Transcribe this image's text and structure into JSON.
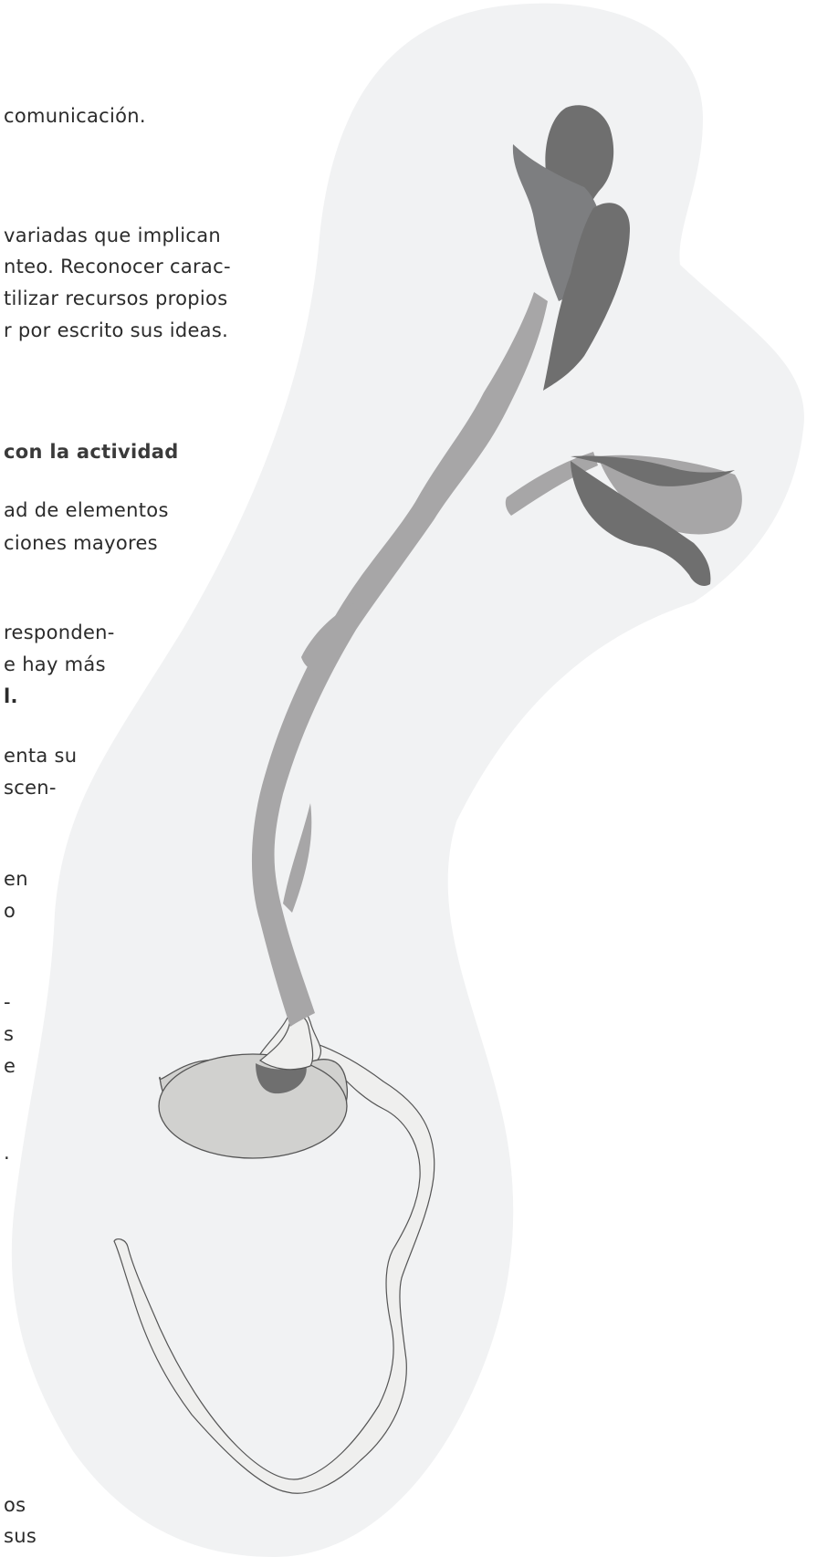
{
  "page": {
    "background": "#ffffff",
    "blob_color": "#f1f2f3"
  },
  "plant_colors": {
    "stem": "#a7a6a7",
    "leaf_dark": "#6f6f6f",
    "leaf_mid": "#7d7e80",
    "seed": "#d1d1cf",
    "root": "#efefee",
    "outline": "#555555"
  },
  "text_lines": [
    "comunicación.",
    "variadas  que  implican",
    "nteo. Reconocer carac-",
    "tilizar recursos propios",
    "r por escrito sus ideas.",
    "con la actividad",
    "ad de elementos",
    "ciones mayores",
    "responden-",
    "e  hay  más",
    "l.",
    "enta su",
    "scen-",
    "en",
    "o",
    "-",
    "s",
    "e",
    ".",
    "os",
    "sus"
  ]
}
